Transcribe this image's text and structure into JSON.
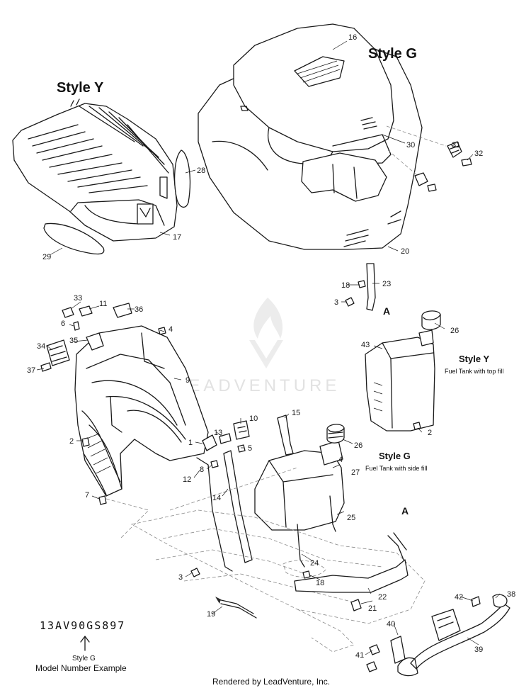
{
  "style_labels": {
    "style_y": "Style Y",
    "style_g": "Style G"
  },
  "fuel_tank": {
    "style_y_title": "Style Y",
    "style_y_subtitle": "Fuel Tank with top fill",
    "style_g_title": "Style G",
    "style_g_subtitle": "Fuel Tank with side fill"
  },
  "detail_label": "A",
  "watermark": "LEADVENTURE",
  "model_example": {
    "number": "13AV90GS897",
    "style": "Style G",
    "caption": "Model Number Example"
  },
  "footer": "Rendered by LeadVenture, Inc.",
  "callouts": [
    "16",
    "30",
    "31",
    "32",
    "28",
    "17",
    "29",
    "20",
    "18",
    "23",
    "3",
    "11",
    "33",
    "36",
    "6",
    "4",
    "35",
    "34",
    "37",
    "9",
    "2",
    "7",
    "10",
    "13",
    "1",
    "8",
    "5",
    "12",
    "14",
    "15",
    "26",
    "27",
    "25",
    "43",
    "2",
    "26",
    "4",
    "24",
    "3",
    "18",
    "22",
    "21",
    "19",
    "42",
    "38",
    "40",
    "41",
    "39"
  ]
}
